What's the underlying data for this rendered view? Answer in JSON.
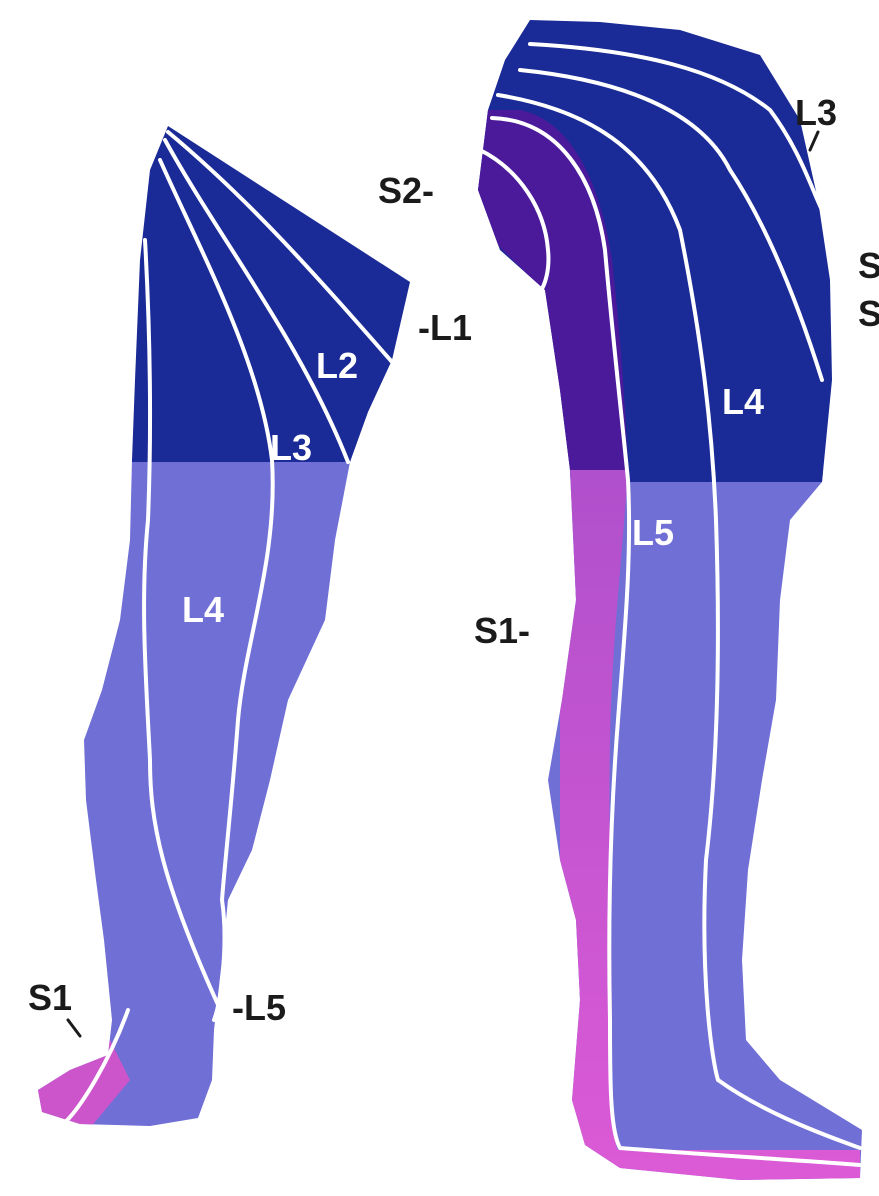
{
  "colors": {
    "upper_region": "#1a2a96",
    "lower_region": "#6f6fd6",
    "s1_region": "#cc55cc",
    "s2_region": "#4a1a9a",
    "seam": "#ffffff",
    "label_dark": "#1b1b1b"
  },
  "front_leg": {
    "labels": {
      "l1": "-L1",
      "l2": "L2",
      "l3": "L3",
      "l4": "L4",
      "l5": "-L5",
      "s1": "S1"
    }
  },
  "back_leg": {
    "labels": {
      "l3": "L3",
      "s2": "S2-",
      "l4": "L4",
      "l5": "L5",
      "s1": "S1-",
      "edge_s_top": "S",
      "edge_s_bottom": "S"
    }
  }
}
